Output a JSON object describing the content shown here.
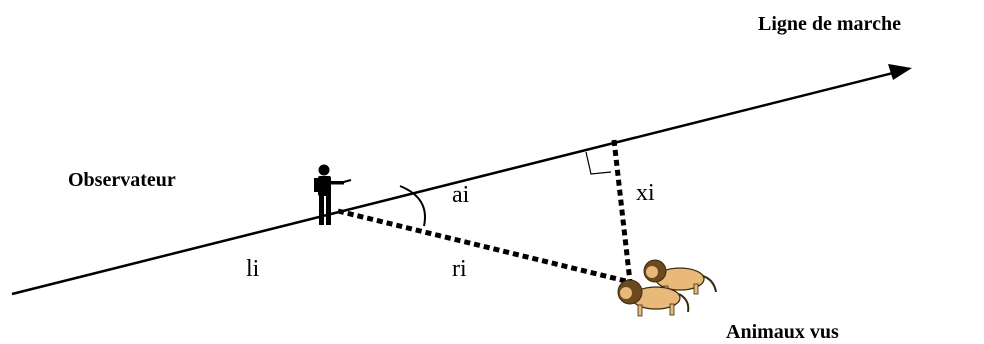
{
  "labels": {
    "walk_line": "Ligne de marche",
    "observer": "Observateur",
    "animals": "Animaux vus",
    "angle": "ai",
    "perp_distance": "xi",
    "radial_distance": "ri",
    "line_segment": "li"
  },
  "icons": {
    "observer": "observer-silhouette-icon",
    "animals": "lion-pair-icon"
  },
  "colors": {
    "stroke": "#000000",
    "animal_fill": "#e8b978",
    "animal_mane": "#6b4a1e",
    "mane_dark": "#3a2a10",
    "observer": "#000000"
  }
}
